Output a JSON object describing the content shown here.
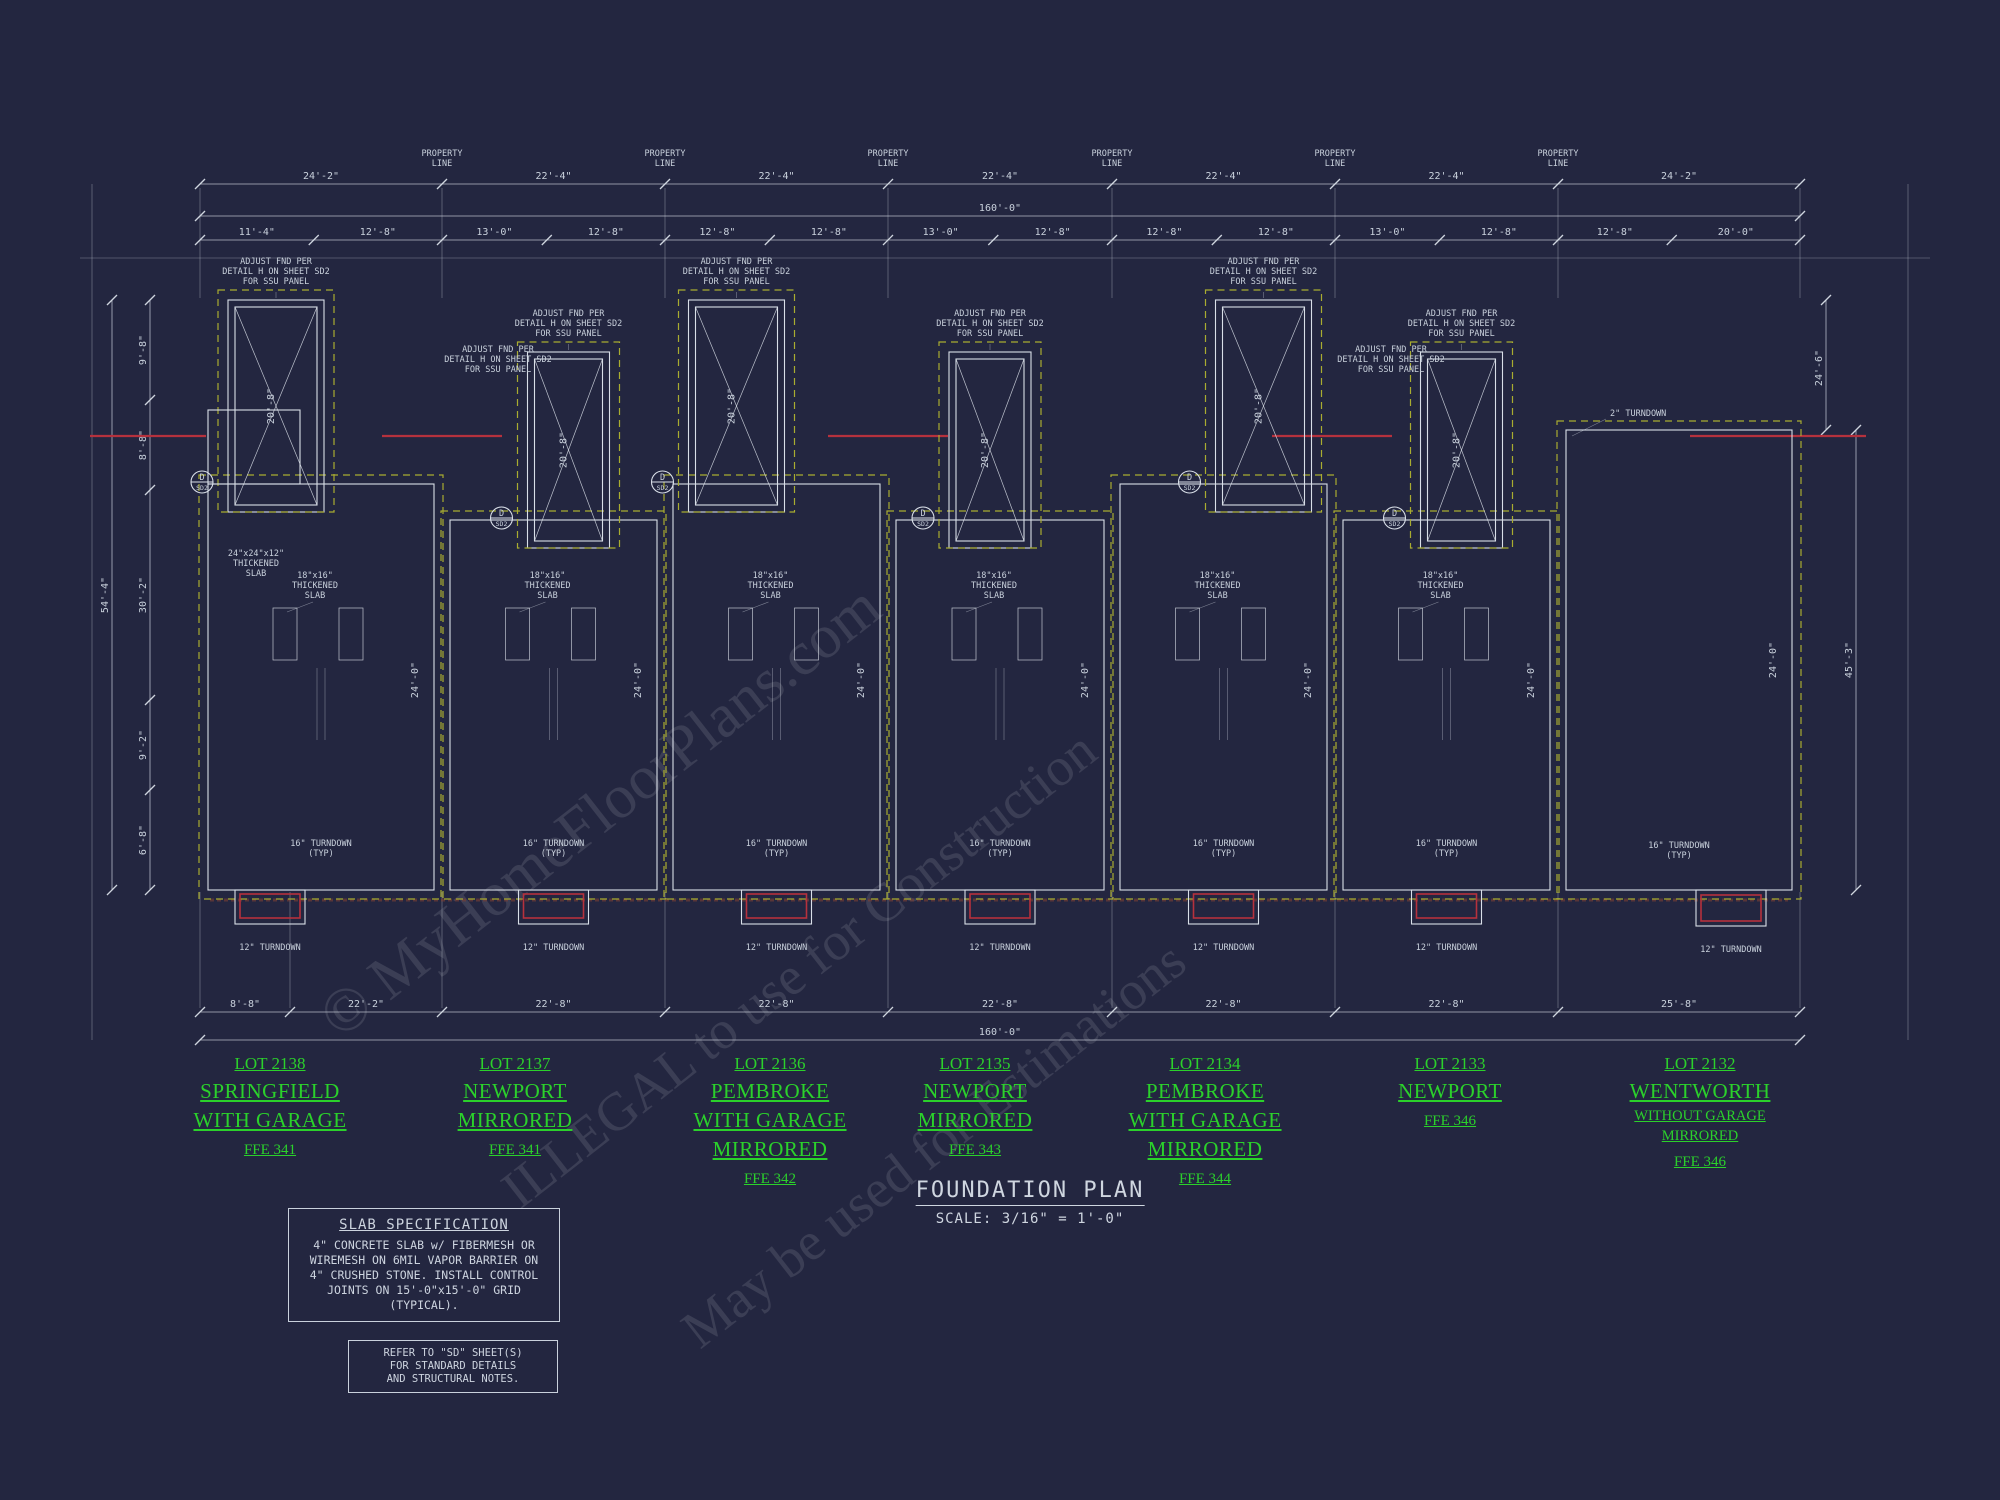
{
  "page": {
    "background": "#232640",
    "line_color": "#d9dfe8",
    "dashed_slab_color": "#a9ac30",
    "accent_red": "#b5313d",
    "label_green": "#2bd12b"
  },
  "titles": {
    "plan_title": "FOUNDATION PLAN",
    "plan_scale": "SCALE: 3/16\" = 1'-0\""
  },
  "slab_spec": {
    "heading": "SLAB SPECIFICATION",
    "body": [
      "4\" CONCRETE SLAB w/ FIBERMESH OR",
      "WIREMESH ON 6MIL VAPOR BARRIER ON",
      "4\" CRUSHED STONE. INSTALL CONTROL",
      "JOINTS ON 15'-0\"x15'-0\" GRID (TYPICAL)."
    ]
  },
  "ref_note": [
    "REFER TO \"SD\" SHEET(S)",
    "FOR STANDARD DETAILS",
    "AND STRUCTURAL NOTES."
  ],
  "watermark": [
    "© MyHomeFloorPlans.com",
    "ILLEGAL to use for Construction",
    "May be used for Estimations"
  ],
  "lots": [
    {
      "lot": "LOT 2138",
      "big": [
        "SPRINGFIELD",
        "WITH GARAGE"
      ],
      "small": [],
      "ffe": "FFE 341"
    },
    {
      "lot": "LOT 2137",
      "big": [
        "NEWPORT",
        "MIRRORED"
      ],
      "small": [],
      "ffe": "FFE 341"
    },
    {
      "lot": "LOT 2136",
      "big": [
        "PEMBROKE",
        "WITH GARAGE",
        "MIRRORED"
      ],
      "small": [],
      "ffe": "FFE 342"
    },
    {
      "lot": "LOT 2135",
      "big": [
        "NEWPORT",
        "MIRRORED"
      ],
      "small": [],
      "ffe": "FFE 343"
    },
    {
      "lot": "LOT 2134",
      "big": [
        "PEMBROKE",
        "WITH GARAGE",
        "MIRRORED"
      ],
      "small": [],
      "ffe": "FFE 344"
    },
    {
      "lot": "LOT 2133",
      "big": [
        "NEWPORT"
      ],
      "small": [],
      "ffe": "FFE 346"
    },
    {
      "lot": "LOT 2132",
      "big": [
        "WENTWORTH"
      ],
      "small": [
        "WITHOUT GARAGE",
        "MIRRORED"
      ],
      "ffe": "FFE 346"
    }
  ],
  "dims": {
    "property_line": [
      "PROPERTY",
      "LINE"
    ],
    "top_bay": [
      "24'-2\"",
      "22'-4\"",
      "22'-4\"",
      "22'-4\"",
      "22'-4\"",
      "22'-4\"",
      "24'-2\""
    ],
    "overall": "160'-0\"",
    "top_sub": [
      "11'-4\"",
      "12'-8\"",
      "13'-0\"",
      "12'-8\"",
      "12'-8\"",
      "12'-8\"",
      "13'-0\"",
      "12'-8\"",
      "12'-8\"",
      "12'-8\"",
      "13'-0\"",
      "12'-8\"",
      "12'-8\"",
      "20'-0\""
    ],
    "bottom_bay": [
      "8'-8\"",
      "22'-2\"",
      "22'-8\"",
      "22'-8\"",
      "22'-8\"",
      "22'-8\"",
      "22'-8\"",
      "25'-8\""
    ],
    "bottom_overall": "160'-0\"",
    "left": [
      "9'-8\"",
      "8'-8\"",
      "30'-2\"",
      "9'-2\"",
      "6'-8\""
    ],
    "left_overall": "54'-4\"",
    "right": [
      "45'-3\"",
      "24'-6\""
    ],
    "interior": "24'-0\""
  },
  "callouts": {
    "adjust_fnd": [
      "ADJUST FND PER",
      "DETAIL H ON SHEET SD2",
      "FOR SSU PANEL"
    ],
    "thickened_18": [
      "18\"x16\"",
      "THICKENED",
      "SLAB"
    ],
    "thickened_24": [
      "24\"x24\"x12\"",
      "THICKENED",
      "SLAB"
    ],
    "turndown_16": [
      "16\" TURNDOWN",
      "(TYP)"
    ],
    "turndown_12": "12\" TURNDOWN",
    "turndown_2": "2\" TURNDOWN",
    "garage_depth": "20'-8\"",
    "detail_circle": {
      "letter": "D",
      "sheet": "SD2"
    }
  }
}
